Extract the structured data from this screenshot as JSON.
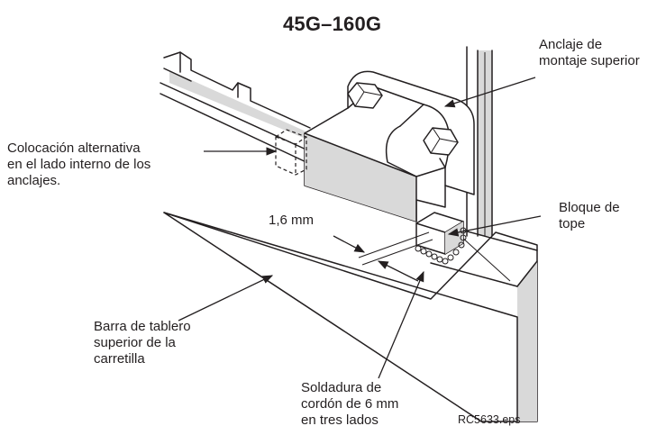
{
  "diagram": {
    "title": "45G–160G",
    "labels": {
      "upper_anchor": [
        "Anclaje de",
        "montaje superior"
      ],
      "alternative": [
        "Colocación alternativa",
        "en el lado interno de los",
        "anclajes."
      ],
      "stop_block": [
        "Bloque de",
        "tope"
      ],
      "gap": "1,6 mm",
      "bar": [
        "Barra de tablero",
        "superior de la",
        "carretilla"
      ],
      "weld": [
        "Soldadura de",
        "cordón de 6 mm",
        "en tres lados"
      ]
    },
    "file_name": "RC5633.eps"
  }
}
